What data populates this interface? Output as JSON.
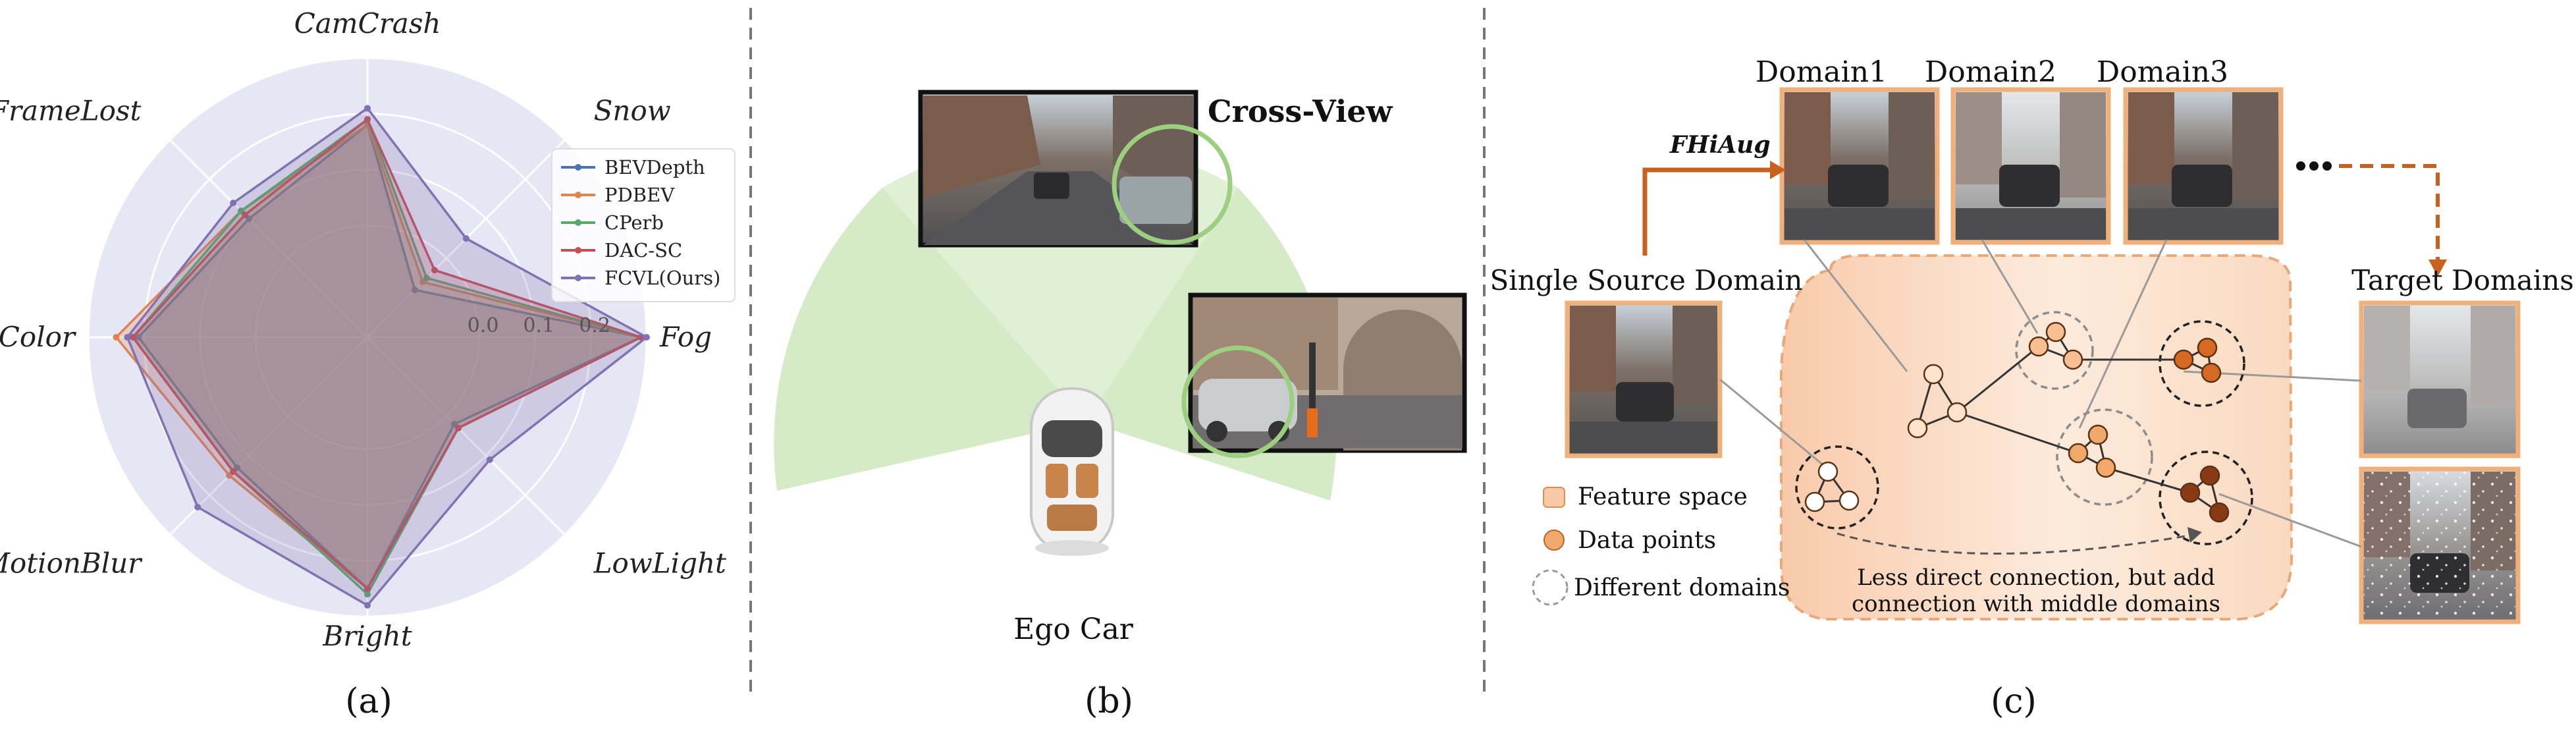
{
  "panel_a": {
    "caption": "(a)",
    "axes": [
      "CamCrash",
      "Snow",
      "Fog",
      "LowLight",
      "Bright",
      "MotionBlur",
      "Color",
      "FrameLost"
    ],
    "ticks": [
      "0.0",
      "0.1",
      "0.2"
    ],
    "colors": {
      "BEVDepth": "#4c72b0",
      "PDBEV": "#dd8452",
      "CPerb": "#55a868",
      "DAC-SC": "#c44e52",
      "FCVL(Ours)": "#8172b3"
    },
    "legend": [
      "BEVDepth",
      "PDBEV",
      "CPerb",
      "DAC-SC",
      "FCVL(Ours)"
    ]
  },
  "chart_data": {
    "type": "radar",
    "axes": [
      "CamCrash",
      "Snow",
      "Fog",
      "LowLight",
      "Bright",
      "MotionBlur",
      "Color",
      "FrameLost"
    ],
    "rlim": [
      -0.2,
      0.3
    ],
    "ticks": [
      0.0,
      0.1,
      0.2
    ],
    "series": [
      {
        "name": "BEVDepth",
        "values": [
          0.18,
          -0.08,
          0.29,
          0.02,
          0.25,
          0.13,
          0.21,
          0.1
        ]
      },
      {
        "name": "PDBEV",
        "values": [
          0.18,
          -0.06,
          0.29,
          0.03,
          0.25,
          0.15,
          0.25,
          0.12
        ]
      },
      {
        "name": "CPerb",
        "values": [
          0.19,
          -0.05,
          0.29,
          0.03,
          0.26,
          0.14,
          0.22,
          0.12
        ]
      },
      {
        "name": "DAC-SC",
        "values": [
          0.19,
          -0.03,
          0.29,
          0.03,
          0.25,
          0.14,
          0.22,
          0.11
        ]
      },
      {
        "name": "FCVL(Ours)",
        "values": [
          0.21,
          0.05,
          0.3,
          0.11,
          0.28,
          0.23,
          0.23,
          0.14
        ]
      }
    ]
  },
  "panel_b": {
    "caption": "(b)",
    "cross_view": "Cross-View",
    "ego_car": "Ego Car"
  },
  "panel_c": {
    "caption": "(c)",
    "domains": [
      "Domain1",
      "Domain2",
      "Domain3"
    ],
    "fhiaug": "FHiAug",
    "single_source": "Single Source Domain",
    "target_domains": "Target Domains",
    "legend": [
      "Feature space",
      "Data points",
      "Different domains"
    ],
    "note_line1": "Less direct connection, but add",
    "note_line2": "connection with middle domains",
    "colors": {
      "accent": "#c8611e",
      "feature_space": "#f7c9a6",
      "point": "#f0a96a"
    }
  }
}
